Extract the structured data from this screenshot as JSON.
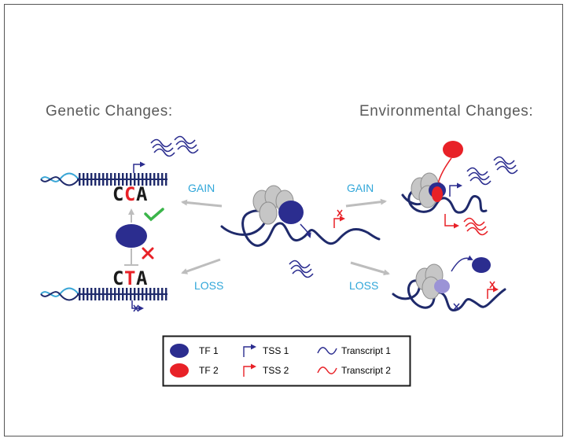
{
  "headings": {
    "genetic": "Genetic Changes:",
    "environmental": "Environmental Changes:"
  },
  "arrows": {
    "gain_left": "GAIN",
    "loss_left": "LOSS",
    "gain_right": "GAIN",
    "loss_right": "LOSS"
  },
  "sequences": {
    "top": {
      "c1": "C",
      "c2": "C",
      "c3": "A"
    },
    "bottom": {
      "c1": "C",
      "c2": "T",
      "c3": "A"
    }
  },
  "legend": {
    "tf1": "TF 1",
    "tf2": "TF 2",
    "tss1": "TSS 1",
    "tss2": "TSS 2",
    "transcript1": "Transcript 1",
    "transcript2": "Transcript 2"
  },
  "colors": {
    "tf1": "#2b2d8f",
    "tf2": "#e82127",
    "dna_strand": "#1f2a6b",
    "dna_helix": "#3aa6d6",
    "arrow_gray": "#bdbdbd",
    "label_blue": "#2fa6d9",
    "check_green": "#3bb54a",
    "cross_red": "#e82127",
    "nucleosome": "#c6c6c6"
  },
  "icons": {
    "mutation_mark": "cross",
    "binding_ok": "checkmark",
    "transcript": "squiggle",
    "tss": "bent-arrow"
  }
}
